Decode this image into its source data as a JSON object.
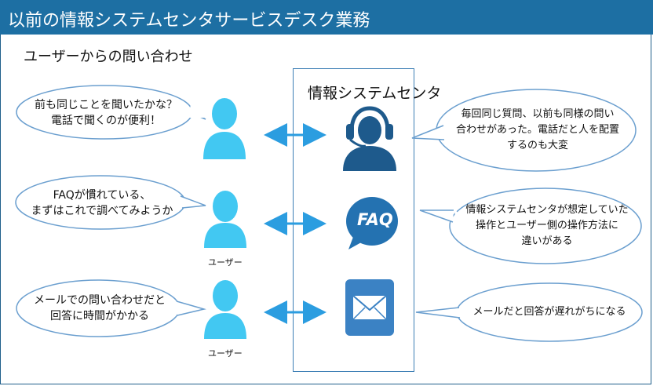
{
  "header": {
    "title": "以前の情報システムセンタサービスデスク業務"
  },
  "subtitle": "ユーザーからの問い合わせ",
  "center": {
    "title": "情報システムセンタ"
  },
  "user_label": "ユーザー",
  "rows": [
    {
      "user_bubble": [
        "前も同じことを聞いたかな？",
        "電話で聞くのが便利！"
      ],
      "service_bubble": [
        "毎回同じ質問、以前も同様の問い",
        "合わせがあった。電話だと人を配置",
        "するのも大変"
      ],
      "service_icon": "headset-icon",
      "user_label_shown": false
    },
    {
      "user_bubble": [
        "FAQが慣れている、",
        "まずはこれで調べてみようか"
      ],
      "service_bubble": [
        "情報システムセンタが想定していた",
        "操作とユーザー側の操作方法に",
        "違いがある"
      ],
      "service_icon": "faq-icon",
      "faq_text": "FAQ",
      "user_label_shown": true
    },
    {
      "user_bubble": [
        "メールでの問い合わせだと",
        "回答に時間がかかる"
      ],
      "service_bubble": [
        "メールだと回答が遅れがちになる"
      ],
      "service_icon": "mail-icon",
      "user_label_shown": true
    }
  ],
  "colors": {
    "header": "#1d6fa3",
    "user_icon": "#42c8f2",
    "arrow": "#2b9de0",
    "headset": "#1e5a8c",
    "faq": "#2472b1",
    "mail": "#3b82c4",
    "bubble_stroke": "#6b9fcf"
  }
}
